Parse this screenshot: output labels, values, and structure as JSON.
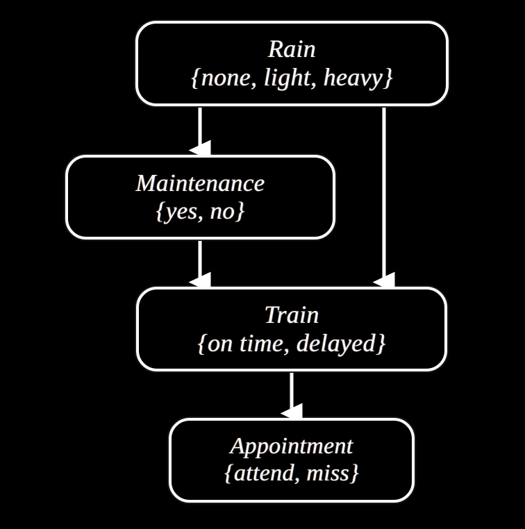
{
  "diagram": {
    "type": "directed-acyclic-graph",
    "background_color": "#000000",
    "node_border_color": "#fdfdfd",
    "text_color": "#ffffff",
    "edge_color": "#ffffff",
    "nodes": [
      {
        "id": "rain",
        "title": "Rain",
        "states": "{none, light, heavy}",
        "state_values": [
          "none",
          "light",
          "heavy"
        ]
      },
      {
        "id": "maintenance",
        "title": "Maintenance",
        "states": "{yes, no}",
        "state_values": [
          "yes",
          "no"
        ]
      },
      {
        "id": "train",
        "title": "Train",
        "states": "{on time, delayed}",
        "state_values": [
          "on time",
          "delayed"
        ]
      },
      {
        "id": "appointment",
        "title": "Appointment",
        "states": "{attend, miss}",
        "state_values": [
          "attend",
          "miss"
        ]
      }
    ],
    "edges": [
      {
        "id": "rain-to-maintenance",
        "from": "rain",
        "to": "maintenance"
      },
      {
        "id": "rain-to-train",
        "from": "rain",
        "to": "train"
      },
      {
        "id": "maintenance-to-train",
        "from": "maintenance",
        "to": "train"
      },
      {
        "id": "train-to-appointment",
        "from": "train",
        "to": "appointment"
      }
    ]
  }
}
